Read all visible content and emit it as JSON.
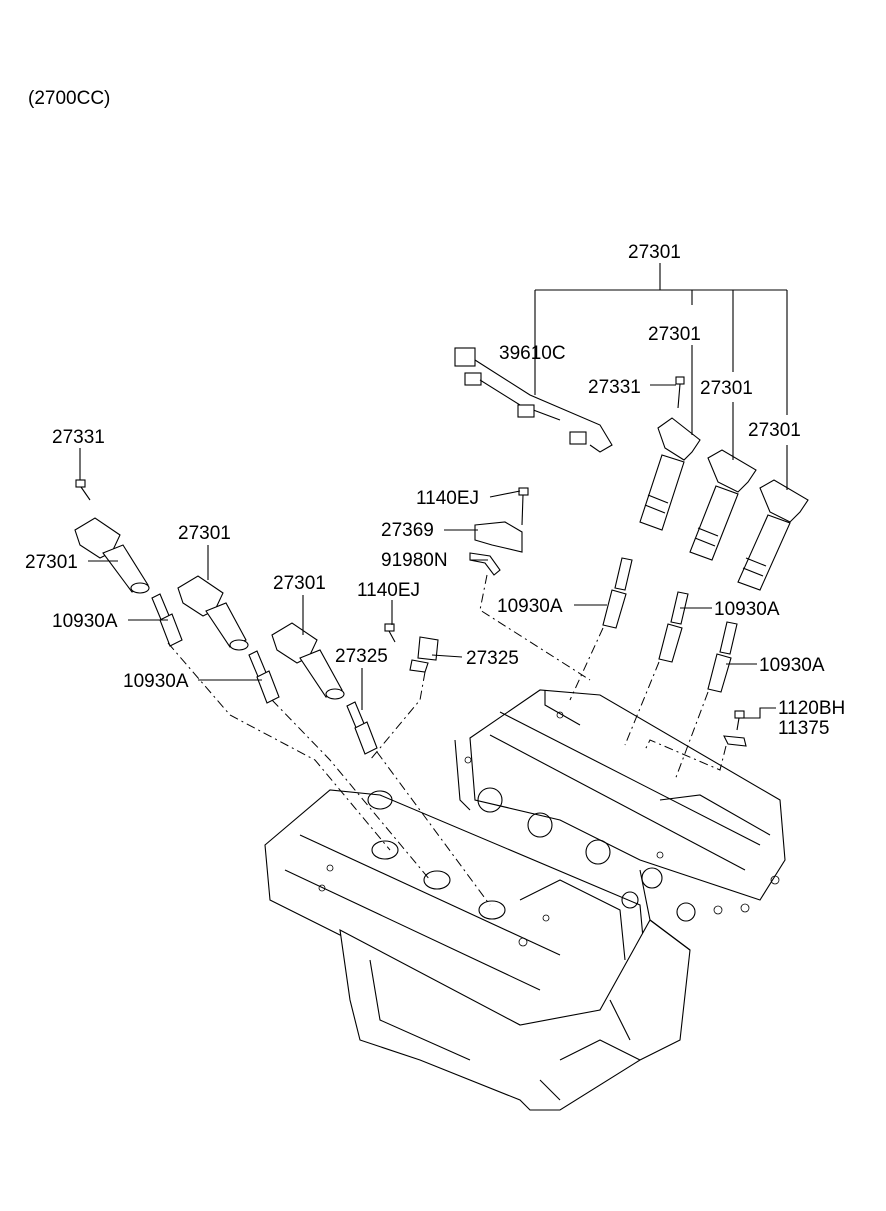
{
  "engine_note": "(2700CC)",
  "callouts": {
    "c_27301_group": "27301",
    "c_39610C": "39610C",
    "c_27301_r1": "27301",
    "c_27331_r": "27331",
    "c_27301_r2": "27301",
    "c_27301_r3": "27301",
    "c_27331_l": "27331",
    "c_27301_l1": "27301",
    "c_27301_l2": "27301",
    "c_27301_l3": "27301",
    "c_1140EJ_top": "1140EJ",
    "c_27369": "27369",
    "c_91980N": "91980N",
    "c_1140EJ_mid": "1140EJ",
    "c_27325_a": "27325",
    "c_27325_b": "27325",
    "c_10930A_l1": "10930A",
    "c_10930A_l2": "10930A",
    "c_10930A_c": "10930A",
    "c_10930A_r1": "10930A",
    "c_10930A_r2": "10930A",
    "c_1120BH": "1120BH",
    "c_11375": "11375"
  }
}
